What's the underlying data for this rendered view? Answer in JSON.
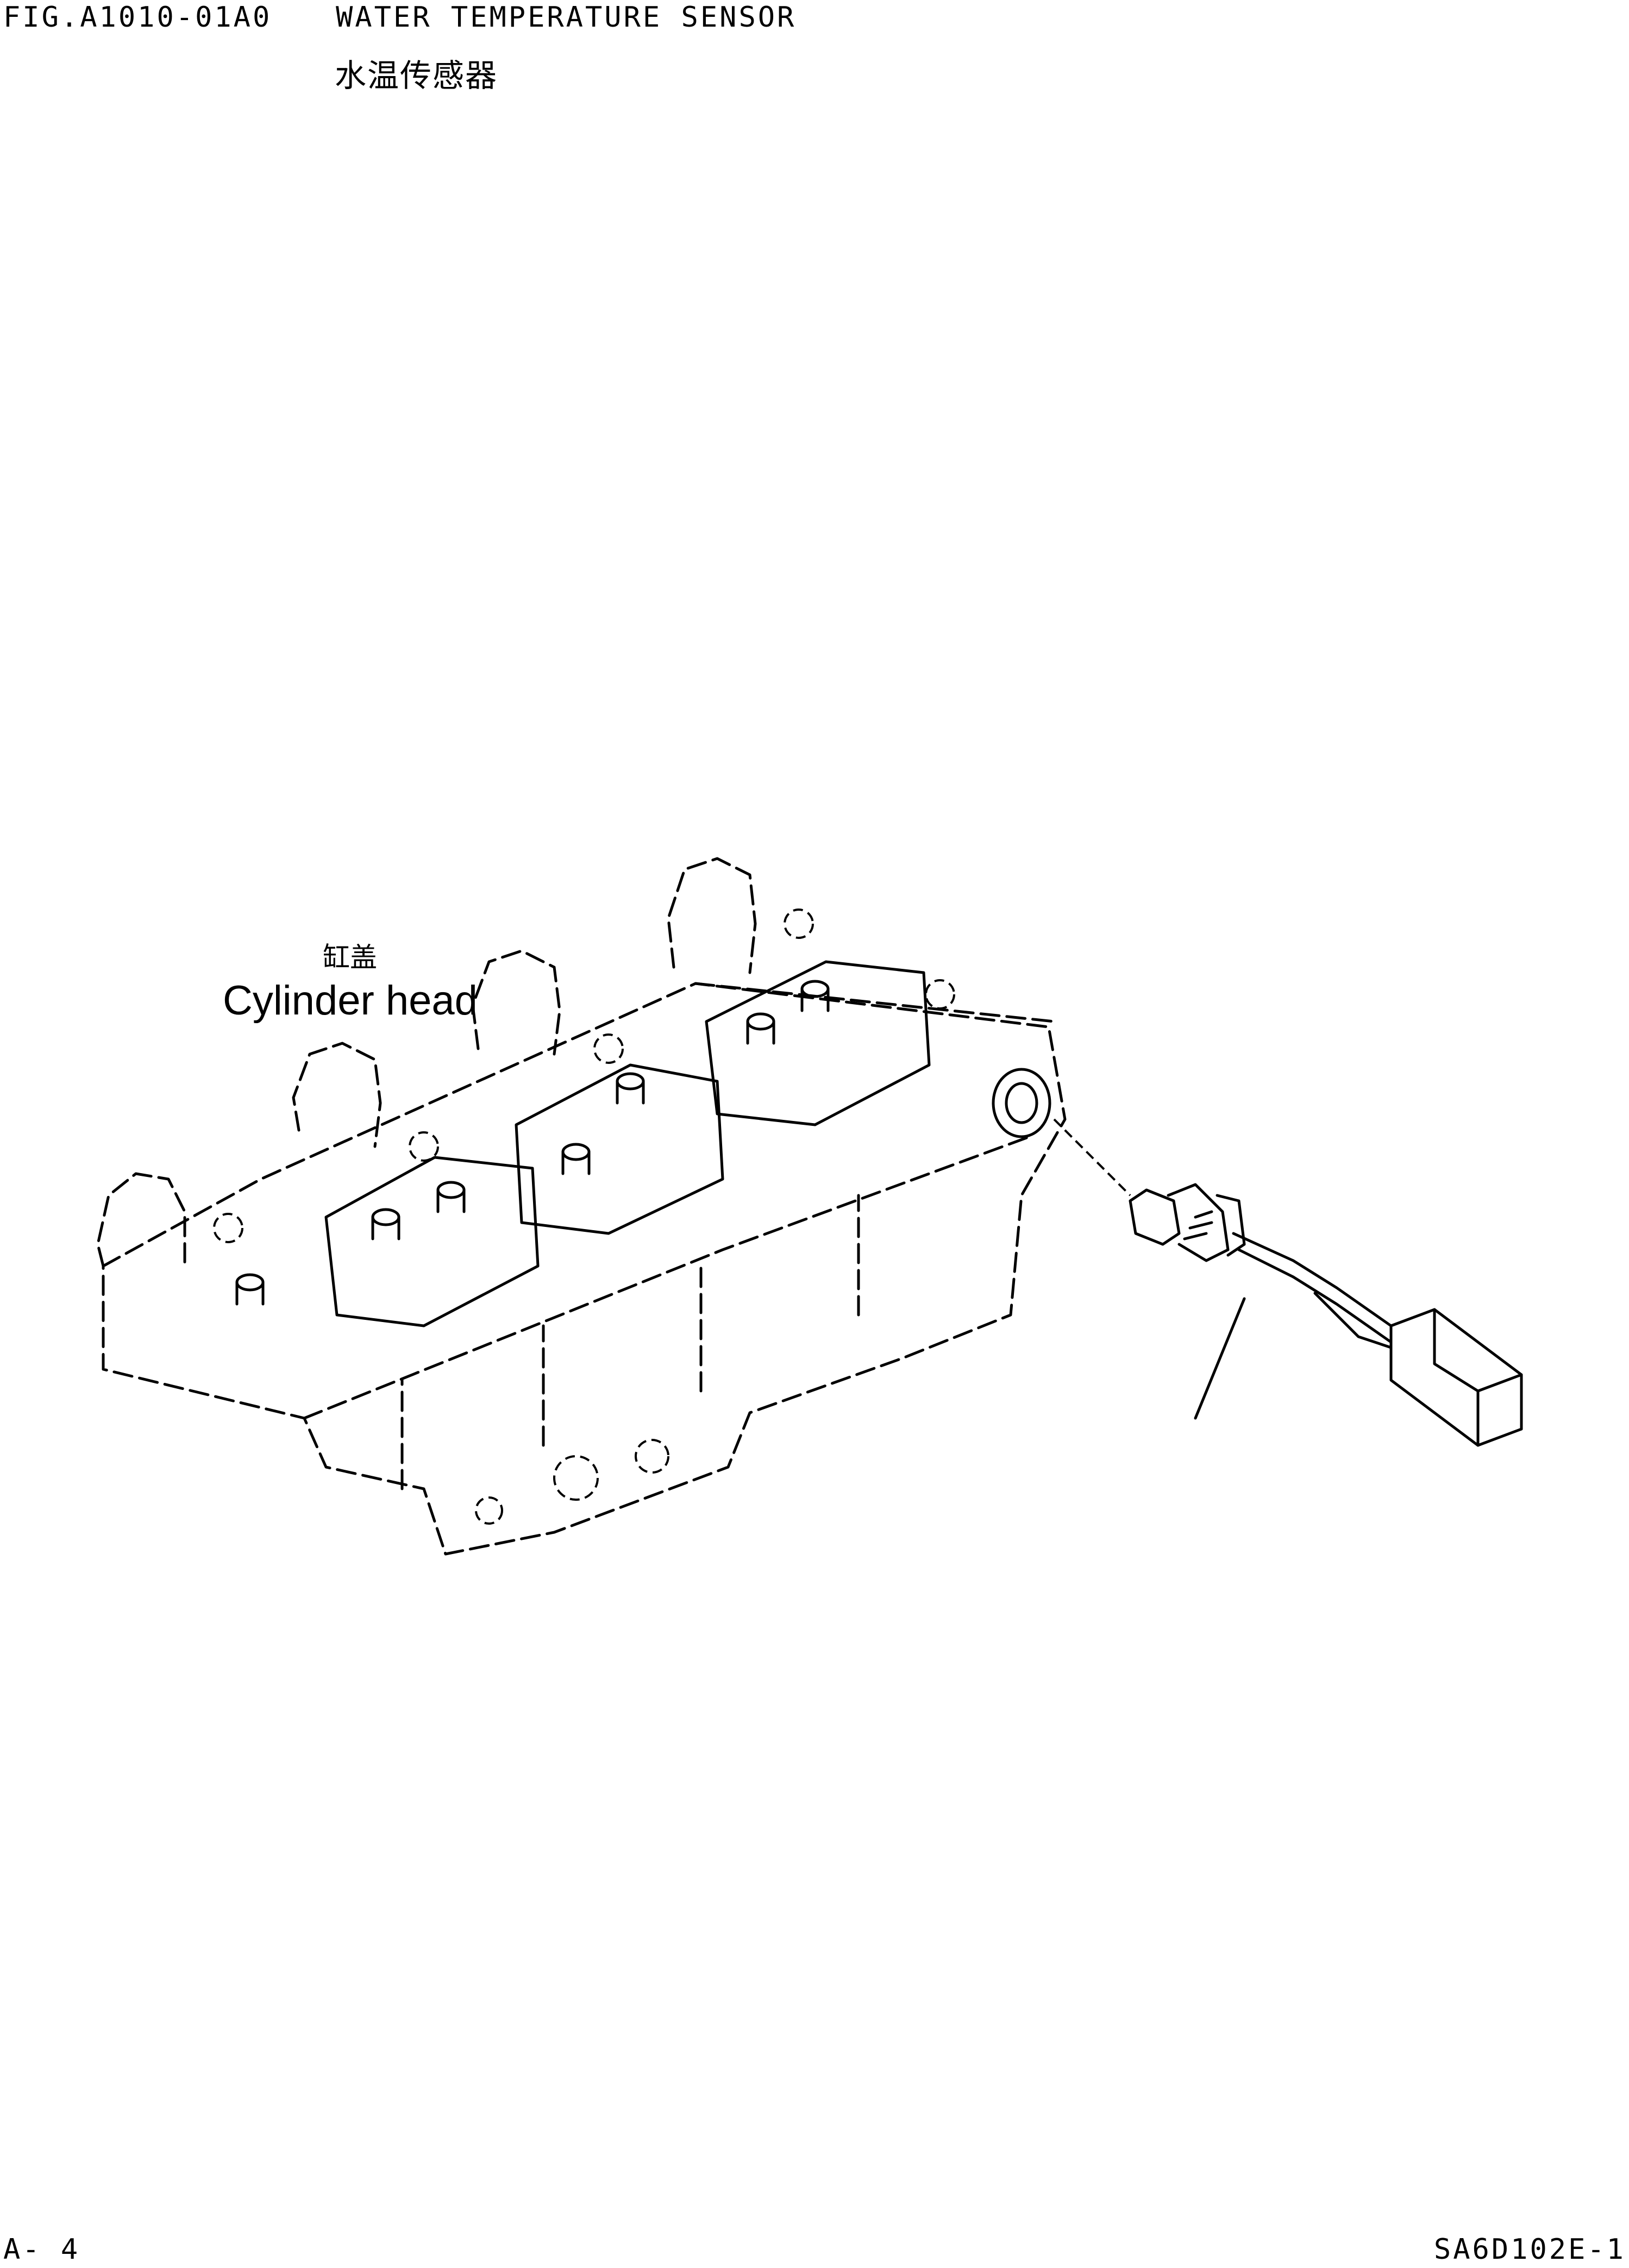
{
  "header": {
    "figure_number": "FIG.A1010-01A0",
    "title_en": "WATER TEMPERATURE SENSOR",
    "title_zh": "水温传感器"
  },
  "drawing": {
    "callout_zh": "缸盖",
    "callout_en": "Cylinder head"
  },
  "footer": {
    "page_number": "A-  4",
    "doc_code": "SA6D102E-1"
  }
}
